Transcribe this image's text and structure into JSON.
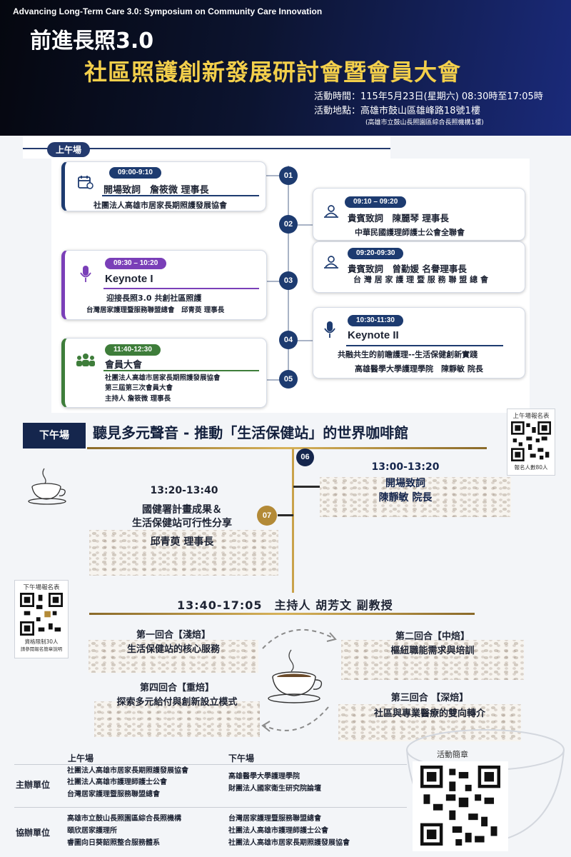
{
  "header": {
    "en_title": "Advancing Long-Term Care 3.0: Symposium on Community Care Innovation",
    "zh_title_line1": "前進長照3.0",
    "zh_title_line2": "社區照護創新發展研討會暨會員大會",
    "event_time": "活動時間：115年5月23日(星期六) 08:30時至17:05時",
    "event_place": "活動地點：高雄市鼓山區雄峰路18號1樓",
    "event_place_note": "(高雄市立鼓山長照園區綜合長照機構1樓)"
  },
  "morning": {
    "tab_label": "上午場",
    "nodes": [
      "01",
      "02",
      "03",
      "04",
      "05"
    ],
    "sessions": [
      {
        "time": "09:00-9:10",
        "title": "開場致詞　詹筱微 理事長",
        "sub": "社團法人高雄市居家長期照護發展協會",
        "icon": "calendar-icon"
      },
      {
        "time": "09:10 – 09:20",
        "title": "貴賓致詞　陳麗琴 理事長",
        "sub": "中華民國護理師護士公會全聯會",
        "icon": "speaker-person-icon"
      },
      {
        "time": "09:20-09:30",
        "title": "貴賓致詞　曾勤媛 名譽理事長",
        "sub": "台 灣 居 家 護 理 暨 服 務 聯 盟 總 會",
        "icon": "speaker-person-icon"
      },
      {
        "time": "09:30 – 10:20",
        "title": "Keynote I",
        "sub1": "迎接長照3.0 共創社區照護",
        "sub2": "台灣居家護理暨服務聯盟總會　邱青萸 理事長",
        "icon": "microphone-icon"
      },
      {
        "time": "10:30-11:30",
        "title": "Keynote II",
        "sub1": "共融共生的前瞻護理--生活保健創新實踐",
        "sub2": "高雄醫學大學護理學院　陳靜敏 院長",
        "icon": "microphone-icon"
      },
      {
        "time": "11:40-12:30",
        "title": "會員大會",
        "lines": [
          "社團法人高雄市居家長期照護發展協會",
          "第三屆第三次會員大會",
          "主持人 詹筱微 理事長"
        ],
        "icon": "group-icon"
      }
    ],
    "colors": {
      "navy": "#1d3b70",
      "purple": "#7a3fb8",
      "green": "#3e7d3a"
    }
  },
  "afternoon": {
    "tab_label": "下午場",
    "title": "聽見多元聲音 - 推動「生活保健站」的世界咖啡館",
    "nodes": [
      "06",
      "07"
    ],
    "opening": {
      "time": "13:00-13:20",
      "title": "開場致詞",
      "speaker": "陳靜敏 院長"
    },
    "talk": {
      "time": "13:20-13:40",
      "title1": "國健署計畫成果＆",
      "title2": "生活保健站可行性分享",
      "speaker": "邱青萸 理事長"
    },
    "host": "13:40-17:05　主持人 胡芳文 副教授",
    "rounds": [
      {
        "title": "第一回合【淺焙】",
        "topic": "生活保健站的核心服務"
      },
      {
        "title": "第二回合【中焙】",
        "topic": "樞紐職能需求與培訓"
      },
      {
        "title": "第三回合 【深焙】",
        "topic": "社區與專業醫療的雙向轉介"
      },
      {
        "title": "第四回合【重焙】",
        "topic": "探索多元給付與創新設立模式"
      }
    ],
    "gold": "#c9a24a"
  },
  "qr": {
    "am": {
      "label": "上午場報名表",
      "note": "報名人數80人"
    },
    "pm": {
      "label": "下午場報名表",
      "note1": "資格限制30人",
      "note2": "請參閱報名簡章說明"
    },
    "brief": {
      "label": "活動簡章"
    }
  },
  "organizers": {
    "am_header": "上午場",
    "pm_header": "下午場",
    "host_label": "主辦單位",
    "co_label": "協辦單位",
    "host_am": [
      "社團法人高雄市居家長期照護發展協會",
      "社團法人高雄市護理師護士公會",
      "台灣居家護理暨服務聯盟總會"
    ],
    "host_pm": [
      "高雄醫學大學護理學院",
      "財團法人國家衛生研究院論壇"
    ],
    "co_am": [
      "高雄市立鼓山長照園區綜合長照機構",
      "頤欣居家護理所",
      "睿圖向日葵韶照整合服務體系"
    ],
    "co_pm": [
      "台灣居家護理暨服務聯盟總會",
      "社團法人高雄市護理師護士公會",
      "社團法人高雄市居家長期照護發展協會"
    ]
  }
}
